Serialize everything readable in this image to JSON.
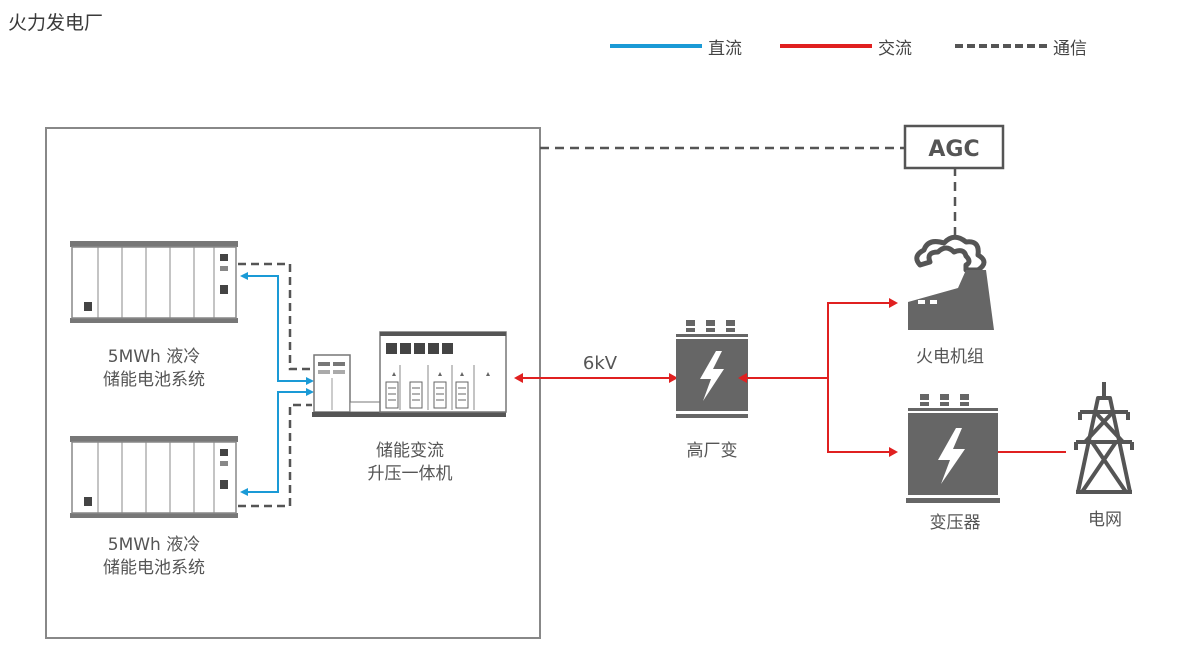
{
  "title": "火力发电厂",
  "legend": [
    {
      "label": "直流",
      "color": "#1a9ad6",
      "style": "solid"
    },
    {
      "label": "交流",
      "color": "#e02020",
      "style": "solid"
    },
    {
      "label": "通信",
      "color": "#555555",
      "style": "dashed"
    }
  ],
  "colors": {
    "dc": "#1a9ad6",
    "ac": "#e02020",
    "comm": "#555555",
    "equipment": "#666666"
  },
  "labels": {
    "battery_top_line1": "5MWh 液冷",
    "battery_top_line2": "储能电池系统",
    "battery_bottom_line1": "5MWh 液冷",
    "battery_bottom_line2": "储能电池系统",
    "pcs_line1": "储能变流",
    "pcs_line2": "升压一体机",
    "voltage": "6kV",
    "plant_transformer": "高厂变",
    "thermal_unit": "火电机组",
    "transformer": "变压器",
    "grid": "电网",
    "agc": "AGC"
  },
  "icons": [
    "battery-cabinet-icon",
    "pcs-cabinet-icon",
    "transformer-icon",
    "power-plant-icon",
    "transmission-tower-icon",
    "lightning-bolt-icon"
  ]
}
